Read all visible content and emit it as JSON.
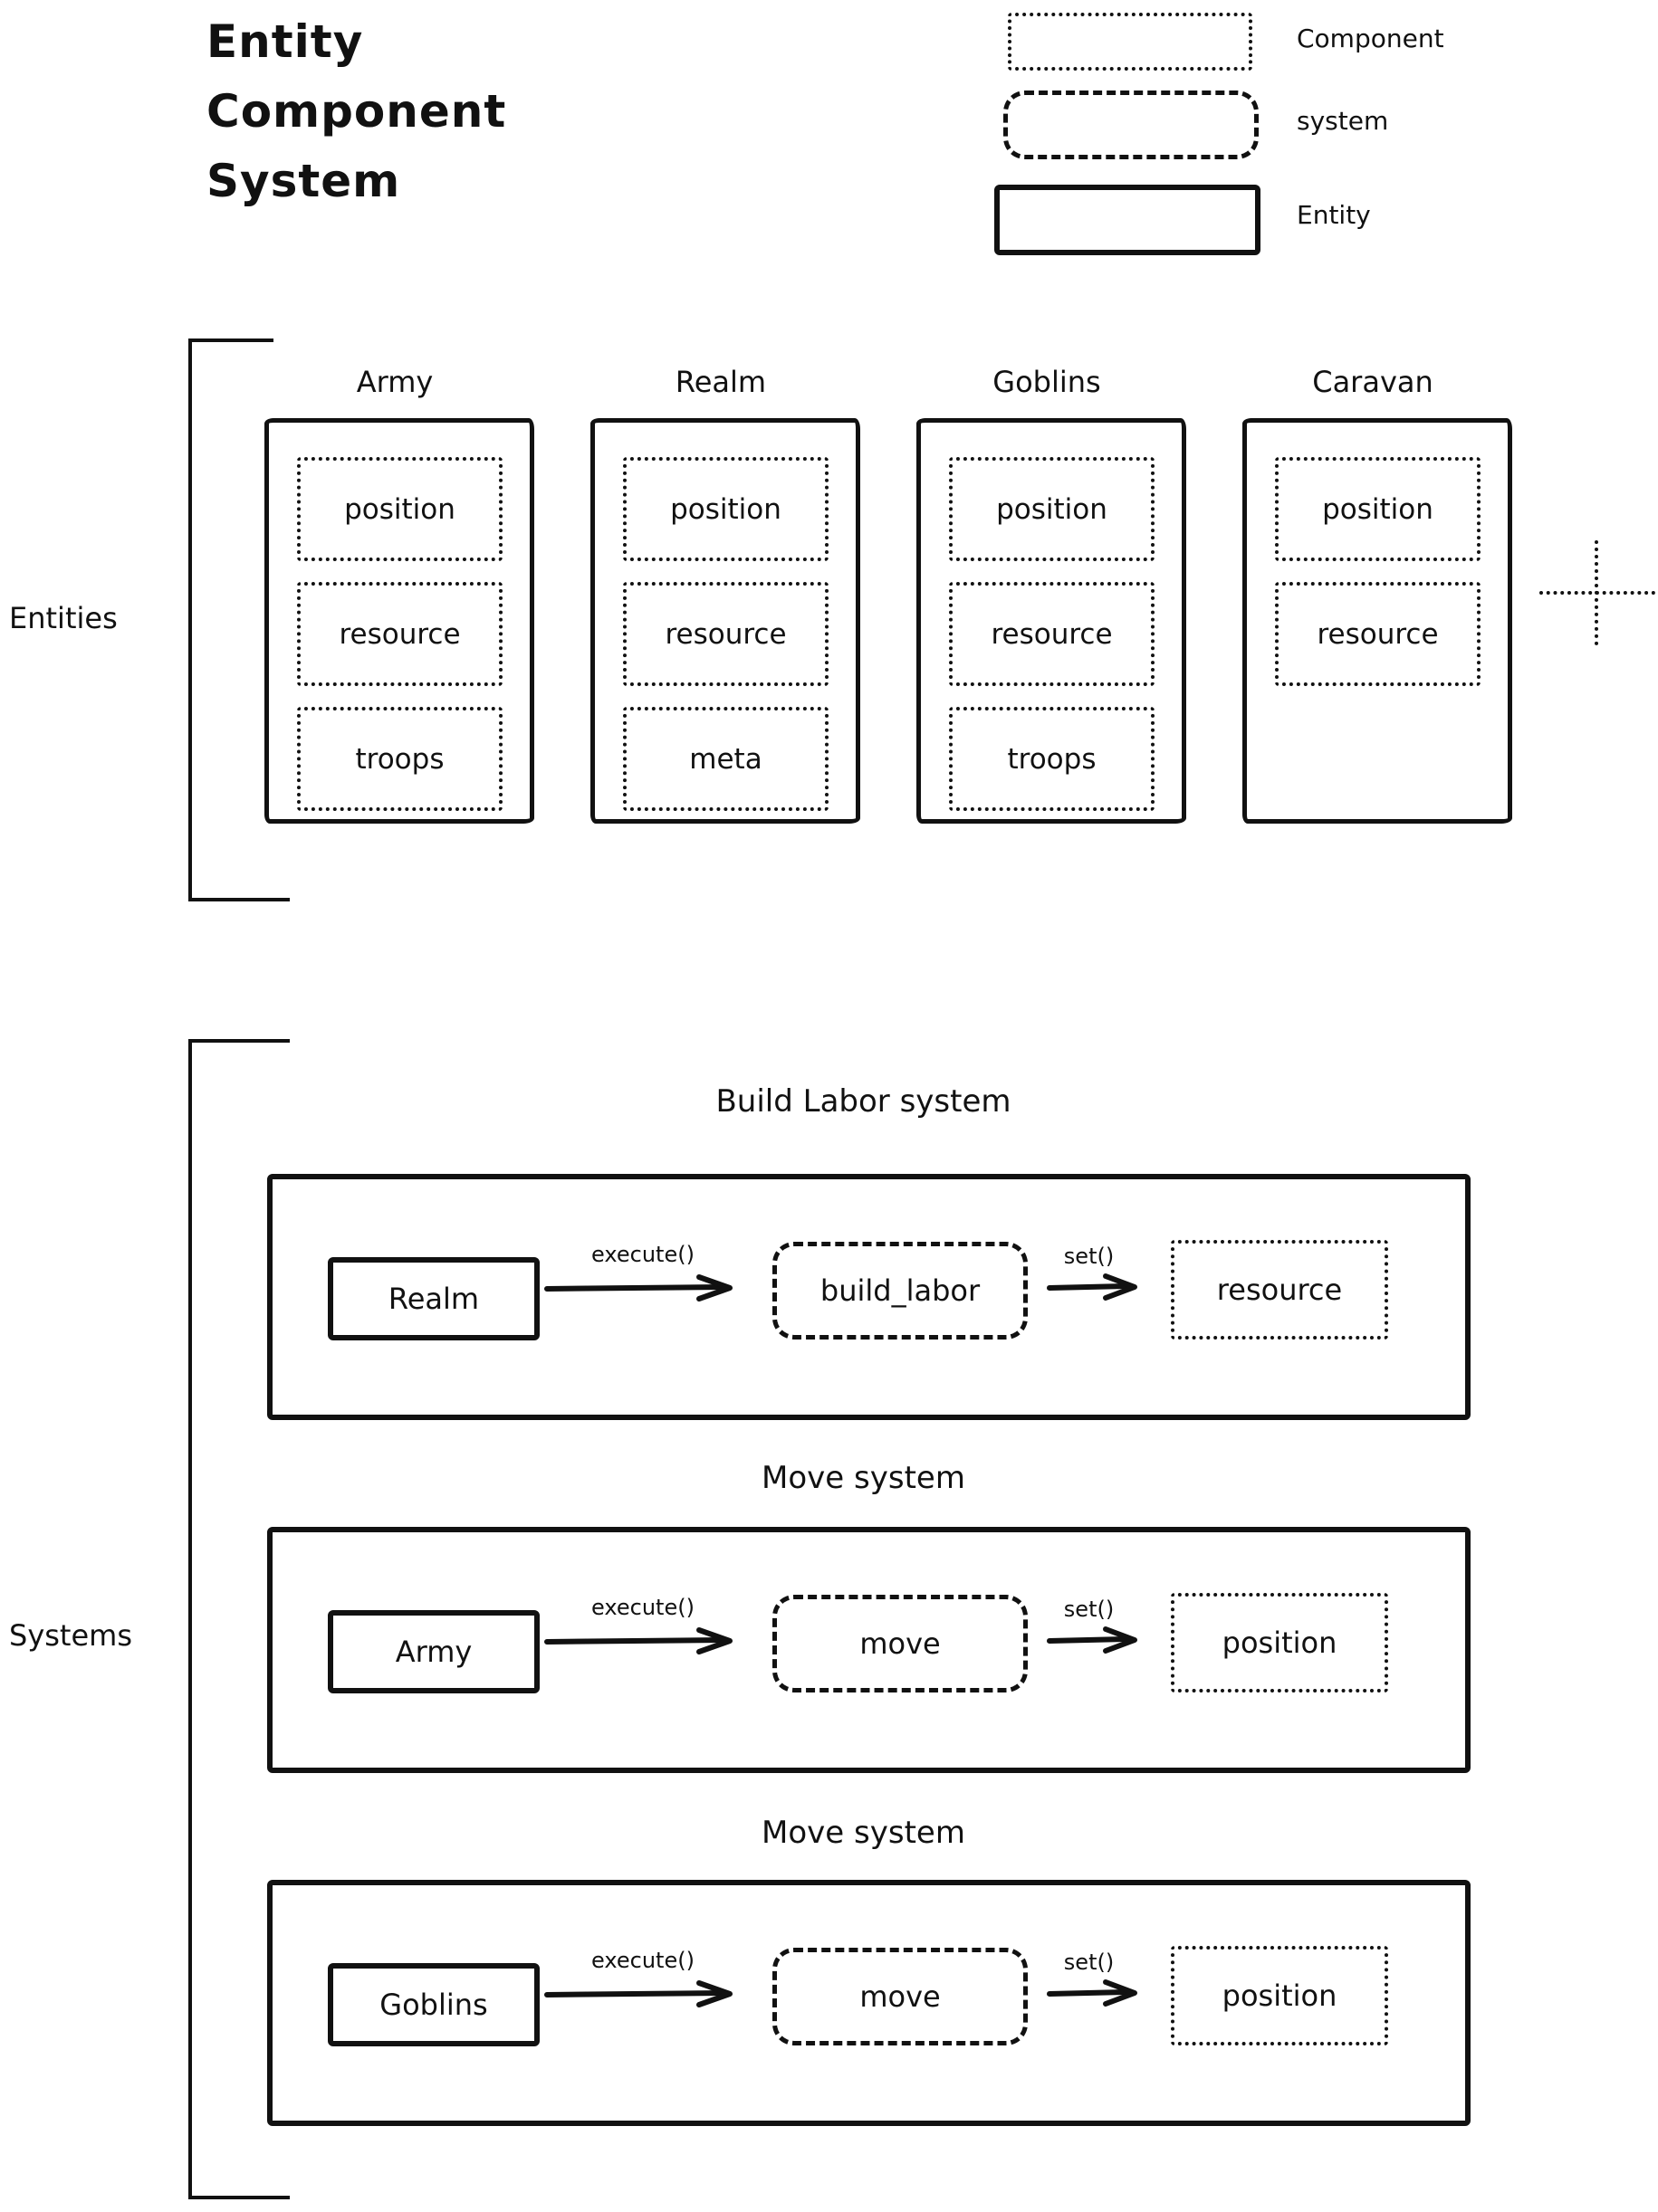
{
  "title": {
    "lines": [
      "Entity",
      "Component",
      "System"
    ]
  },
  "legend": {
    "items": [
      {
        "style": "dotted",
        "label": "Component"
      },
      {
        "style": "dashed",
        "label": "system"
      },
      {
        "style": "solid",
        "label": "Entity"
      }
    ]
  },
  "entities_section": {
    "label": "Entities",
    "entities": [
      {
        "name": "Army",
        "components": [
          "position",
          "resource",
          "troops"
        ]
      },
      {
        "name": "Realm",
        "components": [
          "position",
          "resource",
          "meta"
        ]
      },
      {
        "name": "Goblins",
        "components": [
          "position",
          "resource",
          "troops"
        ]
      },
      {
        "name": "Caravan",
        "components": [
          "position",
          "resource"
        ]
      }
    ],
    "more_indicator": "plus"
  },
  "systems_section": {
    "label": "Systems",
    "systems": [
      {
        "title": "Build Labor system",
        "entity": "Realm",
        "call_label": "execute()",
        "system": "build_labor",
        "set_label": "set()",
        "component": "resource"
      },
      {
        "title": "Move system",
        "entity": "Army",
        "call_label": "execute()",
        "system": "move",
        "set_label": "set()",
        "component": "position"
      },
      {
        "title": "Move system",
        "entity": "Goblins",
        "call_label": "execute()",
        "system": "move",
        "set_label": "set()",
        "component": "position"
      }
    ]
  },
  "colors": {
    "ink": "#111111",
    "background": "#ffffff"
  }
}
